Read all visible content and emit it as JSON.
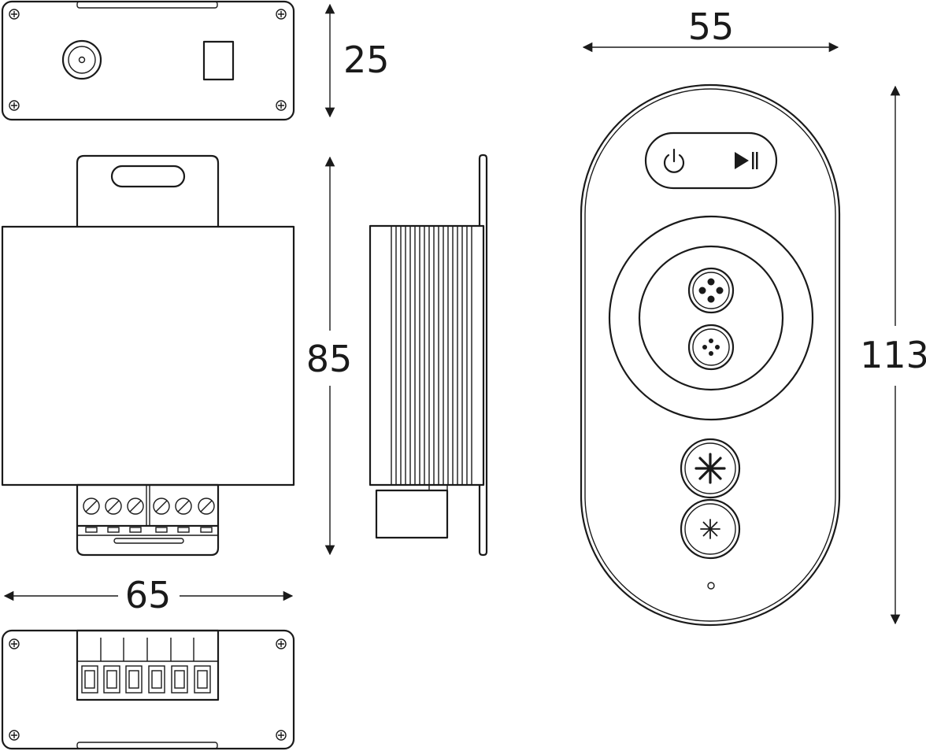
{
  "dimensions": {
    "controller_height": "25",
    "controller_length": "85",
    "controller_width": "65",
    "remote_width": "55",
    "remote_length": "113"
  },
  "colors": {
    "line": "#1a1a1a",
    "background": "#ffffff"
  },
  "icons": {
    "power": "power-icon",
    "play_pause": "play-pause-icon",
    "brightness_up": "brightness-up-icon",
    "brightness_down": "brightness-down-icon"
  }
}
